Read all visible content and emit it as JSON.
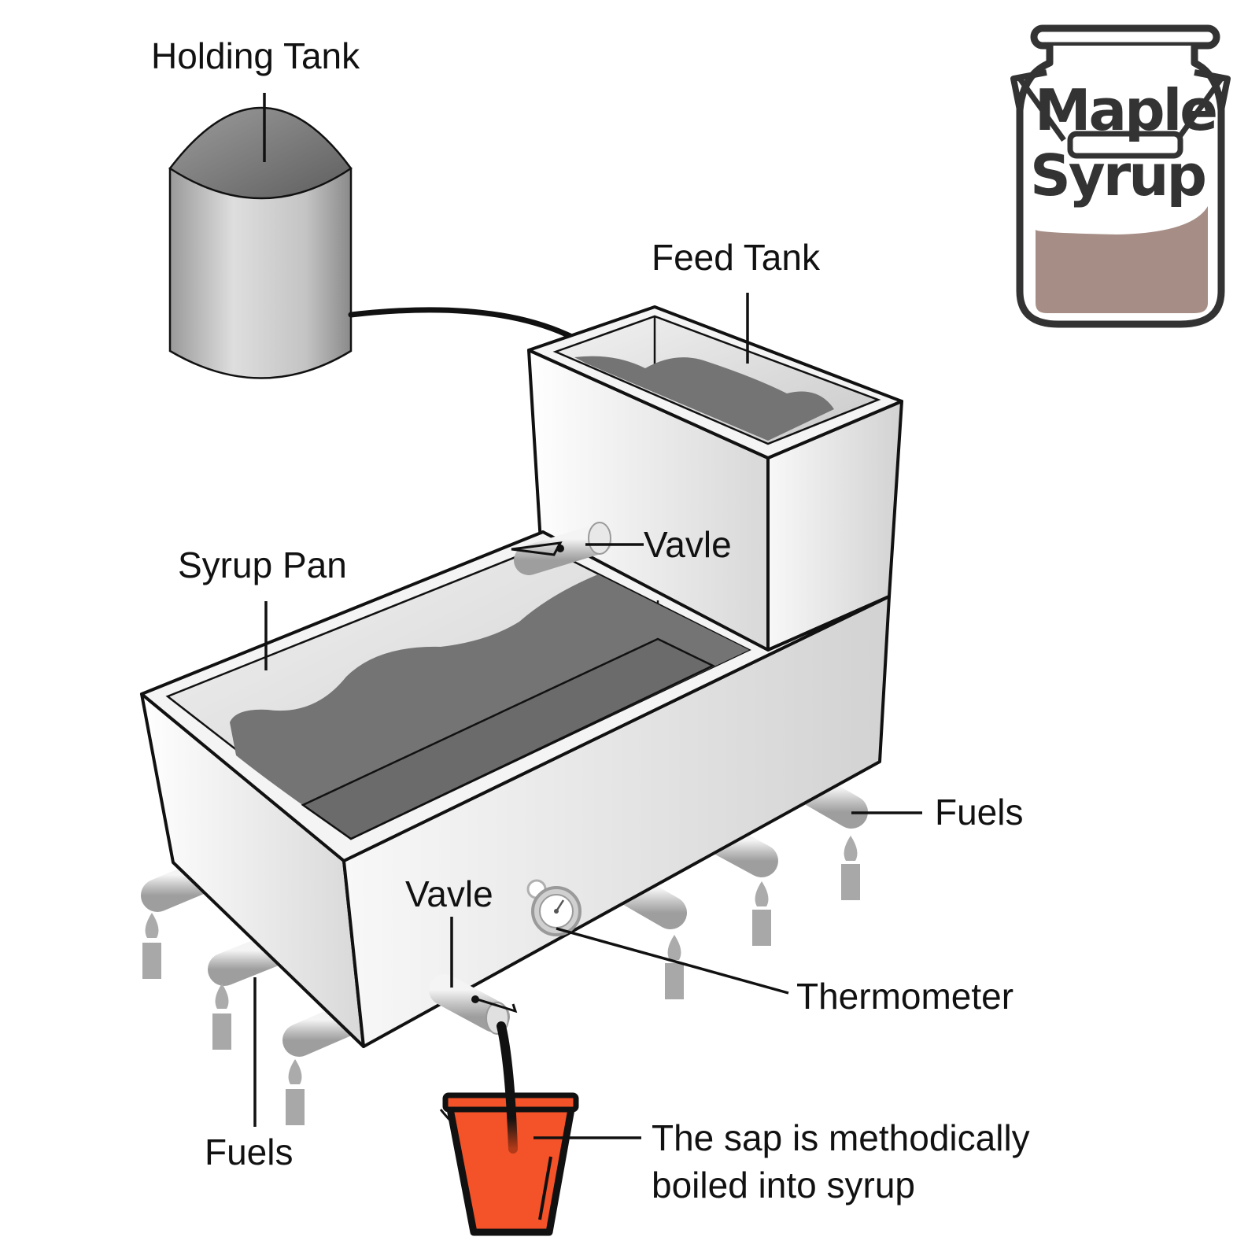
{
  "labels": {
    "holding_tank": "Holding Tank",
    "feed_tank": "Feed Tank",
    "syrup_pan": "Syrup Pan",
    "valve_top": "Vavle",
    "valve_bottom": "Vavle",
    "fuels_right": "Fuels",
    "fuels_left": "Fuels",
    "thermometer": "Thermometer",
    "caption_line1": "The sap is methodically",
    "caption_line2": "boiled into syrup"
  },
  "jar": {
    "line1": "Maple",
    "line2": "Syrup"
  },
  "colors": {
    "liquid": "#747474",
    "bucket": "#f45228",
    "jar_fill": "#a68e86",
    "outline": "#111111"
  }
}
